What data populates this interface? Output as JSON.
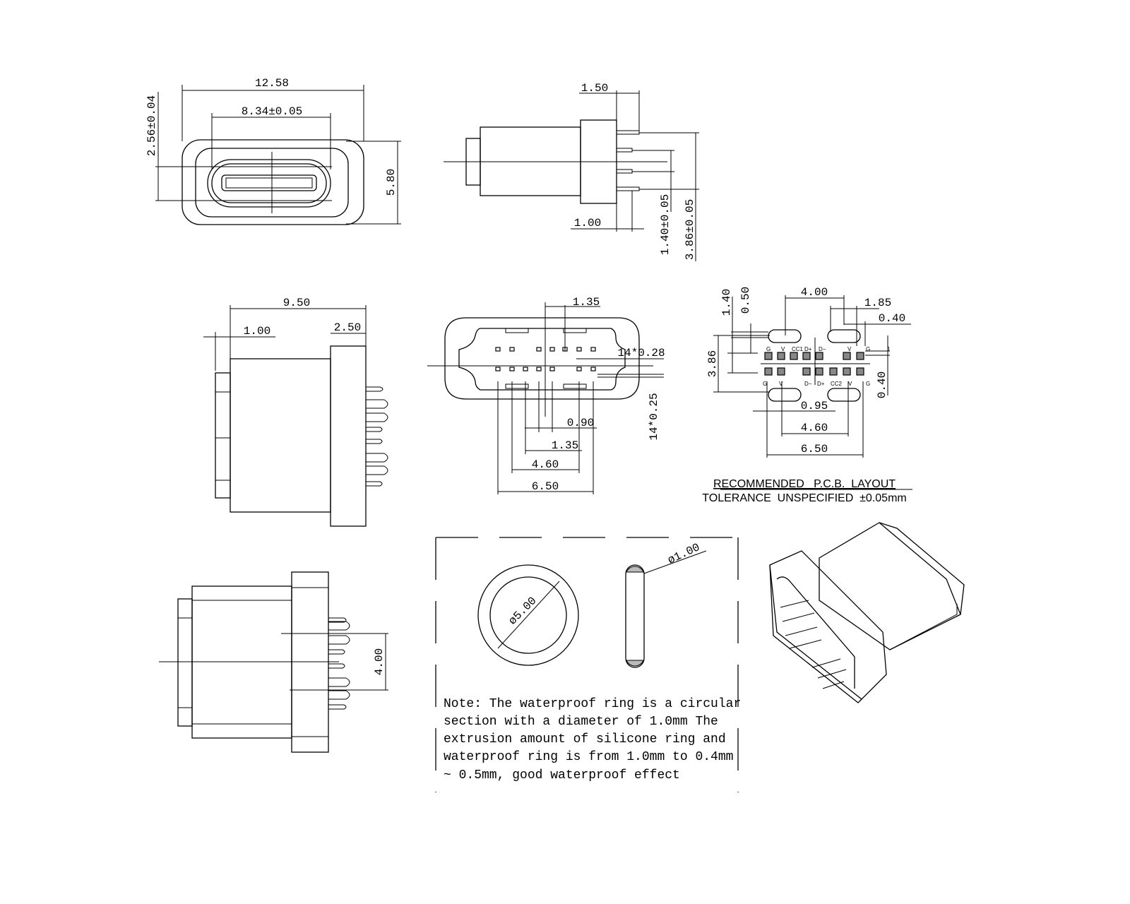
{
  "front_view": {
    "width": "12.58",
    "opening": "8.34±0.05",
    "opening_height": "2.56±0.04",
    "height": "5.80"
  },
  "side_view_top": {
    "flange": "1.50",
    "pin_offset": "1.00",
    "pin_pitch": "1.40±0.05",
    "pin_span": "3.86±0.05"
  },
  "side_view_left": {
    "length": "9.50",
    "front": "1.00",
    "flange": "2.50"
  },
  "bottom_view": {
    "pitch": "1.35",
    "pad_width": "14*0.28",
    "pad_len": "14*0.25",
    "d1": "0.90",
    "d2": "1.35",
    "d3": "4.60",
    "d4": "6.50"
  },
  "pcb_layout": {
    "dims": {
      "slot_pitch": "4.00",
      "d185": "1.85",
      "d040a": "0.40",
      "d140": "1.40",
      "d050": "0.50",
      "d386": "3.86",
      "d040b": "0.40",
      "d095": "0.95",
      "d460": "4.60",
      "d650": "6.50"
    },
    "top_labels": [
      "G",
      "V",
      "CC1",
      "D+",
      "D−",
      "V",
      "G"
    ],
    "bottom_labels": [
      "G",
      "V",
      "D−",
      "D+",
      "CC2",
      "V",
      "G"
    ],
    "pin_one": "1",
    "title": "RECOMMENDED   P.C.B.  LAYOUT",
    "tolerance": "TOLERANCE  UNSPECIFIED  ±0.05mm"
  },
  "side_view_bottom": {
    "pitch": "4.00"
  },
  "ring_detail": {
    "ring_dia": "ø5.00",
    "section_dia": "ø1.00"
  },
  "note_lines": [
    "Note: The waterproof ring is a circular",
    "section with a diameter of 1.0mm The",
    "extrusion amount of silicone ring and",
    "waterproof ring is from 1.0mm to 0.4mm",
    "~ 0.5mm, good waterproof effect"
  ]
}
